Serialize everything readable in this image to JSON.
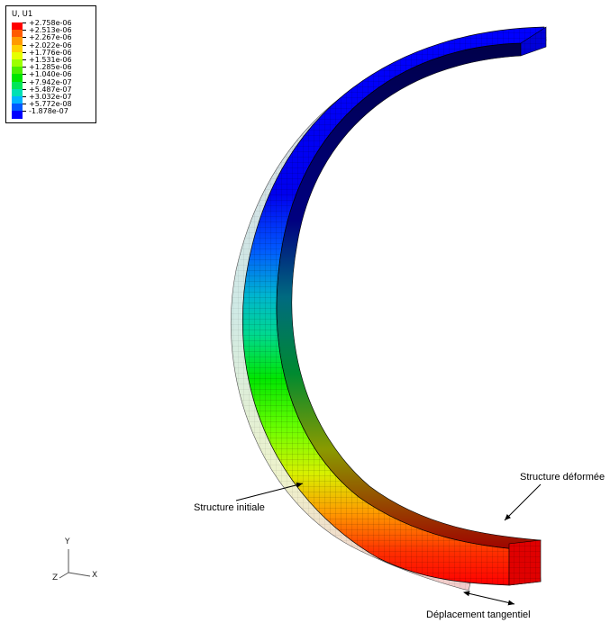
{
  "legend": {
    "title": "U, U1",
    "entries": [
      {
        "label": "+2.758e-06",
        "color": "#ff0000"
      },
      {
        "label": "+2.513e-06",
        "color": "#ff5a00"
      },
      {
        "label": "+2.267e-06",
        "color": "#ff9a00"
      },
      {
        "label": "+2.022e-06",
        "color": "#ffd000"
      },
      {
        "label": "+1.776e-06",
        "color": "#e6ff00"
      },
      {
        "label": "+1.531e-06",
        "color": "#9cff00"
      },
      {
        "label": "+1.285e-06",
        "color": "#4cef00"
      },
      {
        "label": "+1.040e-06",
        "color": "#00e600"
      },
      {
        "label": "+7.942e-07",
        "color": "#00e65a"
      },
      {
        "label": "+5.487e-07",
        "color": "#00e0b4"
      },
      {
        "label": "+3.032e-07",
        "color": "#00b4ff"
      },
      {
        "label": "+5.772e-08",
        "color": "#005aff"
      },
      {
        "label": "-1.878e-07",
        "color": "#0000ff"
      }
    ]
  },
  "annotations": {
    "initial": "Structure initiale",
    "deformed": "Structure déformée",
    "tangential": "Déplacement tangentiel"
  },
  "triad": {
    "x": "X",
    "y": "Y",
    "z": "Z"
  }
}
